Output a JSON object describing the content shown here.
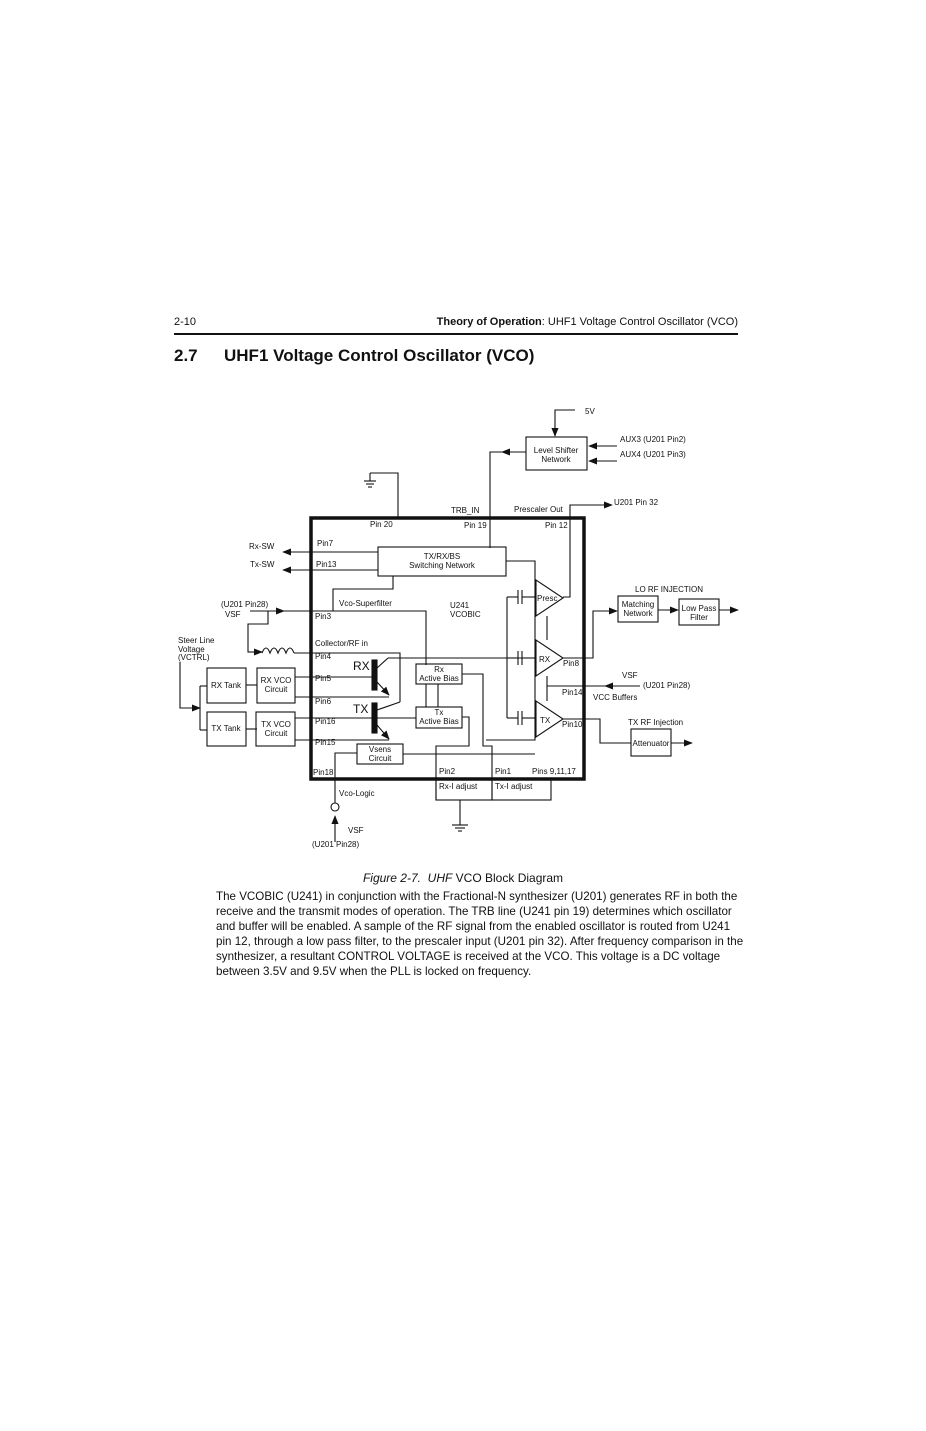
{
  "header": {
    "page_number": "2-10",
    "running_head_bold": "Theory of Operation",
    "running_head_rest": ": UHF1 Voltage Control Oscillator (VCO)"
  },
  "section": {
    "number": "2.7",
    "title": "UHF1 Voltage Control Oscillator (VCO)"
  },
  "diagram": {
    "supply_5v": "5V",
    "level_shifter": [
      "Level Shifter",
      "Network"
    ],
    "aux3": "AUX3 (U201 Pin2)",
    "aux4": "AUX4 (U201 Pin3)",
    "trb_in": "TRB_IN",
    "prescaler_out": "Prescaler Out",
    "u201_pin32": "U201 Pin 32",
    "pin20": "Pin 20",
    "pin19": "Pin 19",
    "pin12": "Pin 12",
    "rx_sw": "Rx-SW",
    "tx_sw": "Tx-SW",
    "pin7": "Pin7",
    "pin13": "Pin13",
    "switching_network": [
      "TX/RX/BS",
      "Switching Network"
    ],
    "vsf_left_source": "(U201 Pin28)",
    "vsf": "VSF",
    "vco_superfilter": "Vco-Superfilter",
    "pin3": "Pin3",
    "ic_name": [
      "U241",
      "VCOBIC"
    ],
    "presc": "Presc",
    "lo_rf_injection": "LO RF INJECTION",
    "matching_network": [
      "Matching",
      "Network"
    ],
    "low_pass_filter": [
      "Low Pass",
      "Filter"
    ],
    "steer_line": [
      "Steer Line",
      "Voltage",
      "(VCTRL)"
    ],
    "collector_rf_in": "Collector/RF in",
    "pin4": "Pin4",
    "rx_label": "RX",
    "tx_label": "TX",
    "rx_tank": "RX Tank",
    "tx_tank": "TX Tank",
    "rx_vco_circuit": [
      "RX VCO",
      "Circuit"
    ],
    "tx_vco_circuit": [
      "TX VCO",
      "Circuit"
    ],
    "pin5": "Pin5",
    "pin6": "Pin6",
    "pin16": "Pin16",
    "pin15": "Pin15",
    "rx_active_bias": [
      "Rx",
      "Active Bias"
    ],
    "tx_active_bias": [
      "Tx",
      "Active Bias"
    ],
    "rx_amp": "RX",
    "tx_amp": "TX",
    "pin8": "Pin8",
    "pin14": "Pin14",
    "pin10": "Pin10",
    "vsf_right": "VSF",
    "vsf_right_source": "(U201 Pin28)",
    "vcc_buffers": "VCC Buffers",
    "tx_rf_injection": "TX RF Injection",
    "attenuator": "Attenuator",
    "vsens_circuit": [
      "Vsens",
      "Circuit"
    ],
    "pin18": "Pin18",
    "pin2": "Pin2",
    "pin1": "Pin1",
    "pins_9_11_17": "Pins 9,11,17",
    "rx_i_adjust": "Rx-I adjust",
    "tx_i_adjust": "Tx-I adjust",
    "vco_logic": "Vco-Logic",
    "vsf_bottom": "VSF",
    "vsf_bottom_source": "(U201 Pin28)"
  },
  "caption": {
    "figure": "Figure 2-7.",
    "italic_prefix": "UHF",
    "rest": "VCO Block Diagram"
  },
  "body_text": "The VCOBIC (U241) in conjunction with the Fractional-N synthesizer (U201) generates RF in both the receive and the transmit modes of operation. The TRB line (U241 pin 19) determines which oscillator and buffer will be enabled. A  sample of the RF signal from the enabled oscillator is routed  from U241 pin 12, through a low pass filter, to the prescaler input (U201 pin 32). After frequency comparison in the synthesizer, a resultant CONTROL  VOLTAGE is received at the VCO. This voltage is a DC voltage between 3.5V and 9.5V when the PLL is locked on frequency."
}
